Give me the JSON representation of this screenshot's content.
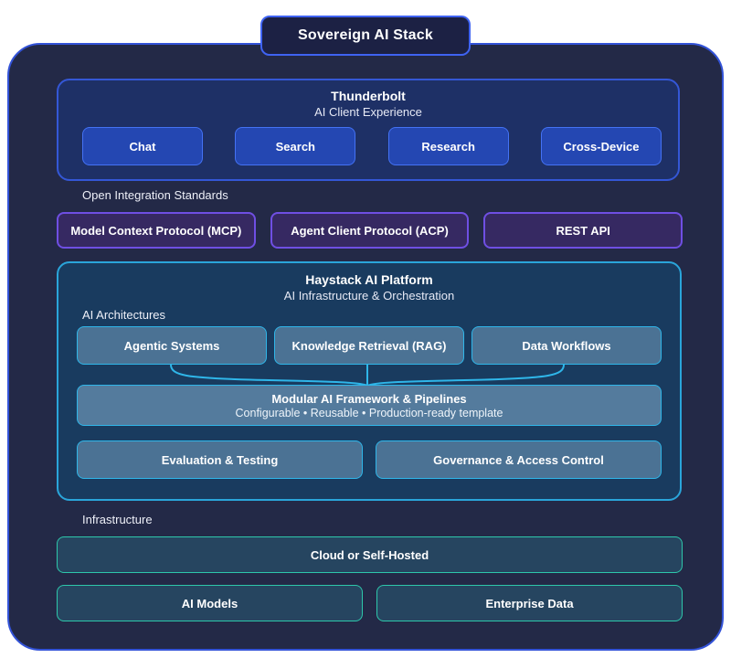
{
  "title": "Sovereign AI Stack",
  "client": {
    "title": "Thunderbolt",
    "subtitle": "AI Client Experience",
    "items": [
      "Chat",
      "Search",
      "Research",
      "Cross-Device"
    ]
  },
  "standards": {
    "label": "Open Integration Standards",
    "items": [
      "Model Context Protocol (MCP)",
      "Agent Client Protocol (ACP)",
      "REST API"
    ]
  },
  "platform": {
    "title": "Haystack AI Platform",
    "subtitle": "AI Infrastructure & Orchestration",
    "architectures_label": "AI Architectures",
    "architectures": [
      "Agentic Systems",
      "Knowledge Retrieval (RAG)",
      "Data Workflows"
    ],
    "framework": {
      "title": "Modular AI Framework & Pipelines",
      "subtitle": "Configurable • Reusable • Production-ready template"
    },
    "capabilities": [
      "Evaluation & Testing",
      "Governance & Access Control"
    ]
  },
  "infrastructure": {
    "label": "Infrastructure",
    "hosting": "Cloud or Self-Hosted",
    "items": [
      "AI Models",
      "Enterprise Data"
    ]
  },
  "colors": {
    "page_bg": "#ffffff",
    "container_bg": "#232947",
    "container_border": "#3353d8",
    "client_bg": "#1e3066",
    "client_border": "#3457d6",
    "blue_button_bg": "#2447b2",
    "blue_button_border": "#4472f4",
    "purple_box_bg": "#362962",
    "purple_box_border": "#6f4fe3",
    "platform_bg": "#193b5f",
    "platform_border": "#2aa5da",
    "node_bg": "#4b7294",
    "node_border": "#2fb6e9",
    "infra_box_bg": "#264560",
    "infra_box_border": "#2ec7ab",
    "text": "#ffffff"
  }
}
